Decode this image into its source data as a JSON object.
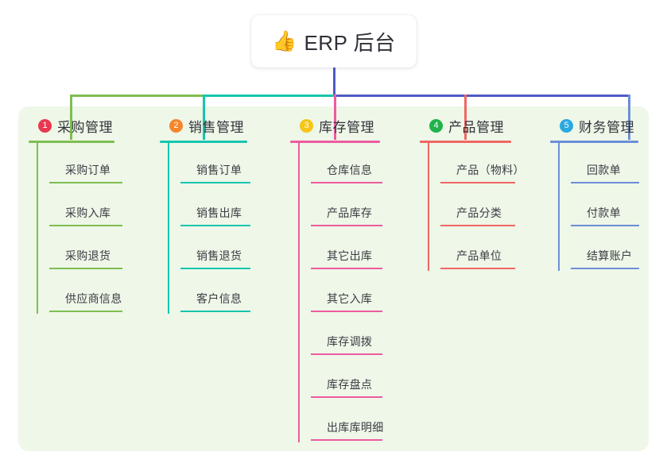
{
  "root": {
    "icon": "thumbs-up-icon",
    "emoji": "👍",
    "title": "ERP 后台"
  },
  "palette": {
    "panel_bg": "#eef7e8",
    "page_bg": "#ffffff",
    "root_line": "#4f5bc4",
    "text": "#32333a"
  },
  "columns": [
    {
      "number": "1",
      "title": "采购管理",
      "badge_color": "#e8384f",
      "line_color": "#7ebe51",
      "items": [
        "采购订单",
        "采购入库",
        "采购退货",
        "供应商信息"
      ]
    },
    {
      "number": "2",
      "title": "销售管理",
      "badge_color": "#f5862a",
      "line_color": "#16c5ae",
      "items": [
        "销售订单",
        "销售出库",
        "销售退货",
        "客户信息"
      ]
    },
    {
      "number": "3",
      "title": "库存管理",
      "badge_color": "#f5c518",
      "line_color": "#ed5ba0",
      "items": [
        "仓库信息",
        "产品库存",
        "其它出库",
        "其它入库",
        "库存调拨",
        "库存盘点",
        "出库库明细"
      ]
    },
    {
      "number": "4",
      "title": "产品管理",
      "badge_color": "#22b24c",
      "line_color": "#f06663",
      "items": [
        "产品（物料）",
        "产品分类",
        "产品单位"
      ]
    },
    {
      "number": "5",
      "title": "财务管理",
      "badge_color": "#2aa8e0",
      "line_color": "#6d8ed8",
      "items": [
        "回款单",
        "付款单",
        "结算账户"
      ]
    }
  ]
}
